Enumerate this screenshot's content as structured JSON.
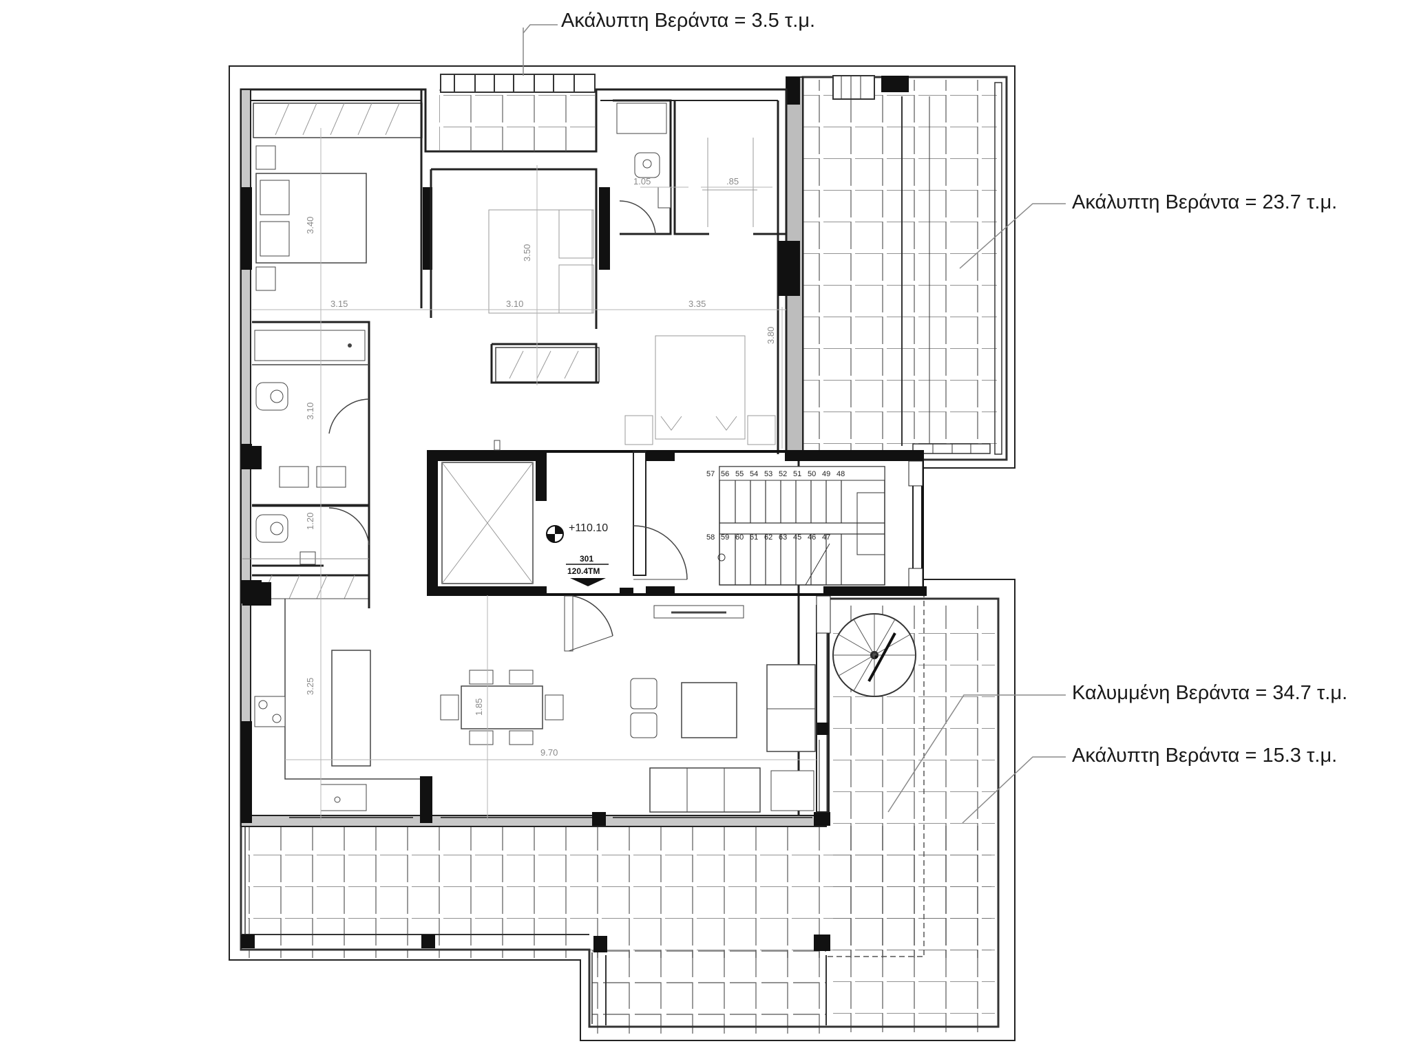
{
  "annotations": {
    "top": "Ακάλυπτη Βεράντα = 3.5 τ.μ.",
    "right": "Ακάλυπτη Βεράντα = 23.7 τ.μ.",
    "covered": "Καλυμμένη Βεράντα = 34.7 τ.μ.",
    "uncovered": "Ακάλυπτη Βεράντα = 15.3 τ.μ."
  },
  "dimensions": {
    "bed1_h": "3.40",
    "bed1_w": "3.15",
    "bed2_h": "3.50",
    "bed2_w": "3.10",
    "bed3_w": "3.35",
    "bed3_h": "3.80",
    "wc_w": "1.05",
    "closet_w": ".85",
    "bath_h": "3.10",
    "wc2_h": "1.20",
    "living_h": "3.25",
    "dining_h": "1.85",
    "living_w": "9.70"
  },
  "level": {
    "elevation": "+110.10",
    "unit_number": "301",
    "unit_area": "120.4ΤΜ"
  },
  "stairs": {
    "upper_row": [
      "57",
      "56",
      "55",
      "54",
      "53",
      "52",
      "51",
      "50",
      "49",
      "48"
    ],
    "lower_row": [
      "58",
      "59",
      "60",
      "61",
      "62",
      "63",
      "45",
      "46",
      "47"
    ]
  }
}
